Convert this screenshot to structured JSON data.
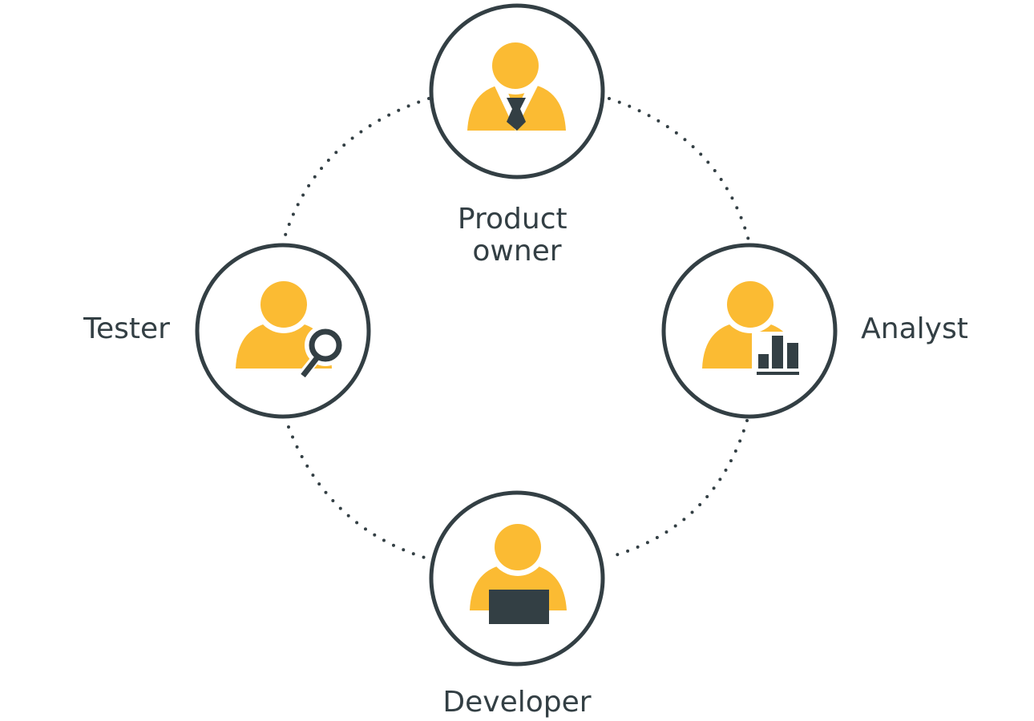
{
  "colors": {
    "outline": "#333f44",
    "person": "#fbbb33",
    "background": "#ffffff"
  },
  "roles": [
    {
      "id": "product-owner",
      "label_lines": [
        "Product",
        "owner"
      ],
      "icon": "person-with-tie-icon"
    },
    {
      "id": "tester",
      "label_lines": [
        "Tester"
      ],
      "icon": "person-with-magnifier-icon"
    },
    {
      "id": "analyst",
      "label_lines": [
        "Analyst"
      ],
      "icon": "person-with-bar-chart-icon"
    },
    {
      "id": "developer",
      "label_lines": [
        "Developer"
      ],
      "icon": "person-with-laptop-icon"
    }
  ],
  "connections": [
    [
      "product-owner",
      "tester"
    ],
    [
      "product-owner",
      "analyst"
    ],
    [
      "tester",
      "developer"
    ],
    [
      "analyst",
      "developer"
    ]
  ]
}
